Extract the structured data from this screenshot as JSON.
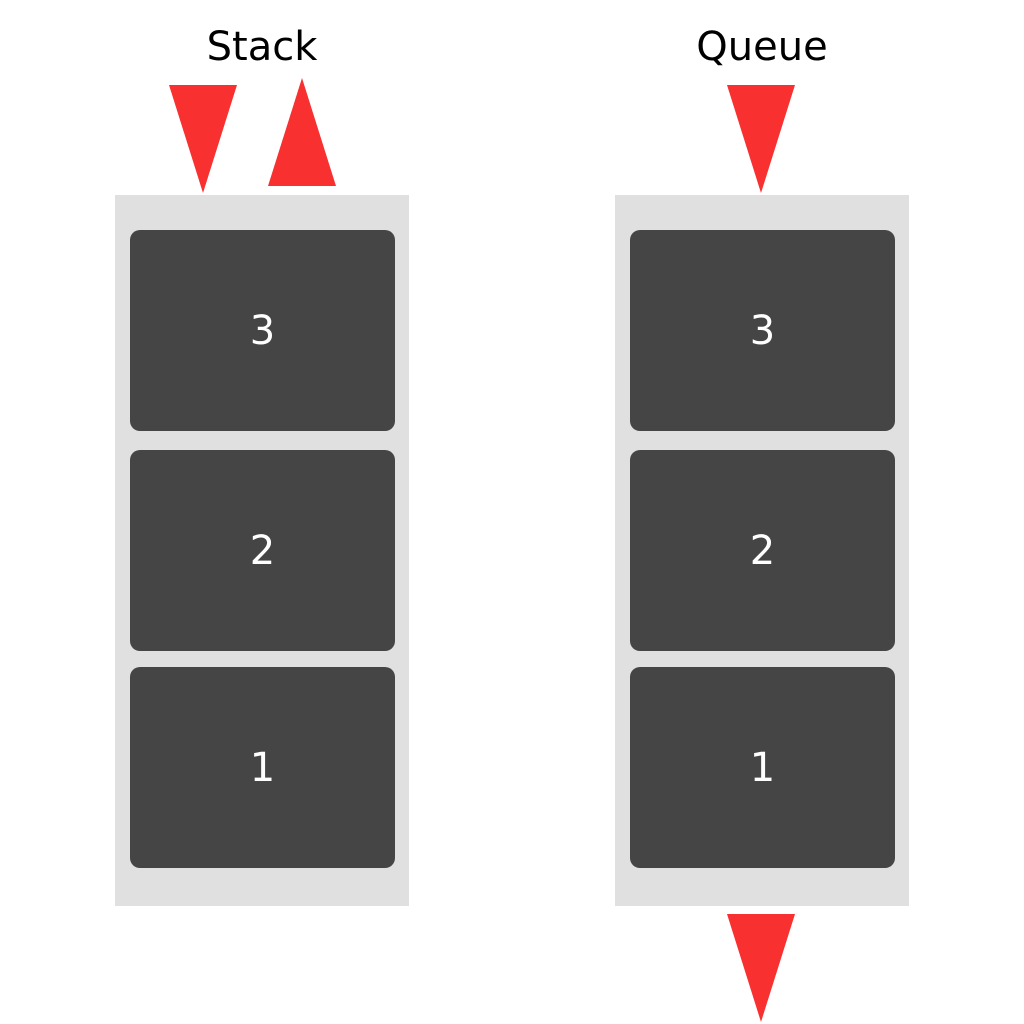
{
  "stack": {
    "title": "Stack",
    "items": [
      "3",
      "2",
      "1"
    ]
  },
  "queue": {
    "title": "Queue",
    "items": [
      "3",
      "2",
      "1"
    ]
  },
  "colors": {
    "arrow": "#f83030",
    "container": "#e0e0e0",
    "cell": "#454545",
    "cell_text": "#ffffff"
  },
  "icons": {
    "stack_push": "arrow-down-icon",
    "stack_pop": "arrow-up-icon",
    "queue_enqueue": "arrow-down-icon",
    "queue_dequeue": "arrow-down-icon"
  }
}
